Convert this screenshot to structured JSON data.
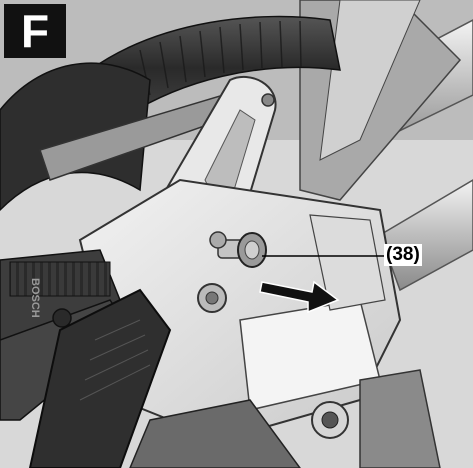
{
  "figure": {
    "letter": "F",
    "callout_label": "(38)",
    "brand_text": "BOSCH"
  },
  "colors": {
    "background": "#ffffff",
    "letter_box": "#111111",
    "metal_light": "#e6e6e6",
    "metal_mid": "#b8b8b8",
    "plastic_dark": "#3a3a3a"
  }
}
